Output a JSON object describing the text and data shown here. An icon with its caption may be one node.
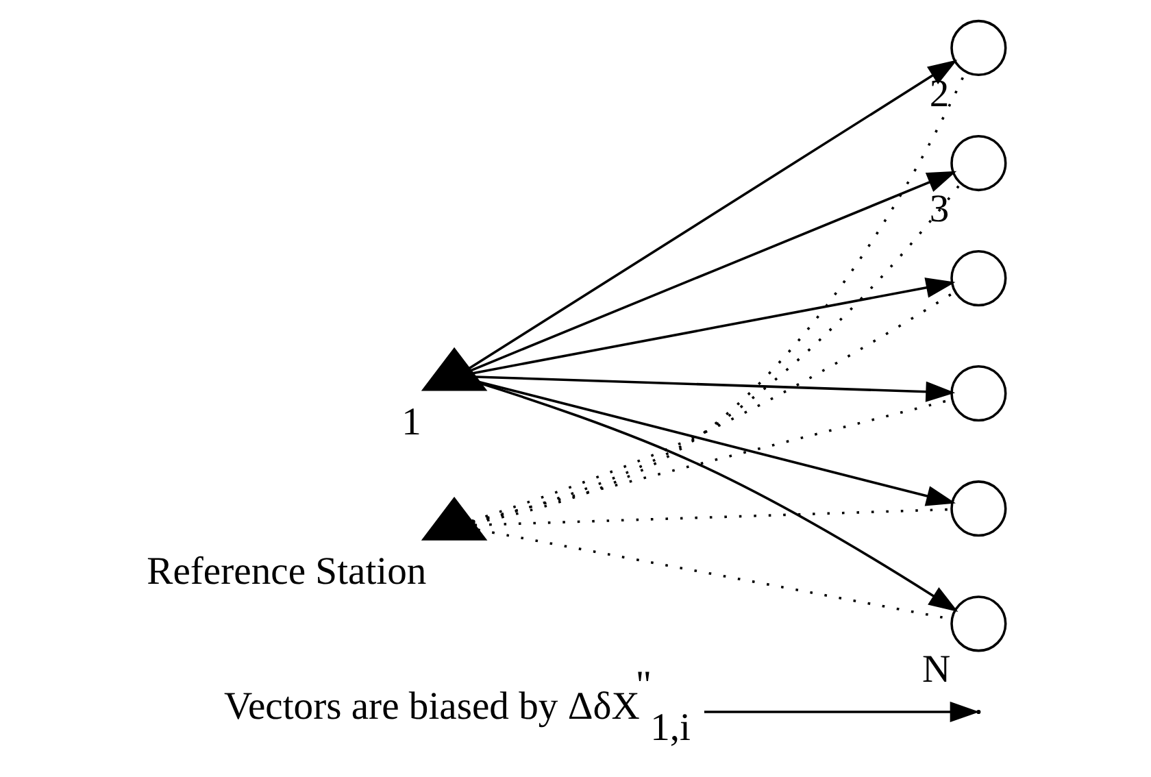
{
  "diagram": {
    "nodes": [
      {
        "text": [
          "Vectors are biased by ΔδX$^{\"}$$_{1,i}$"
        ]
      },
      {
        "text": [
          "2"
        ]
      },
      {
        "text": [
          "3"
        ]
      },
      {
        "text": [
          "1"
        ]
      },
      {
        "text": [],
        "shape": "circle"
      },
      {
        "text": [],
        "shape": "circle"
      },
      {
        "text": [],
        "shape": "circle"
      },
      {
        "text": [
          "N"
        ]
      },
      {
        "text": [
          "Reference Station"
        ]
      }
    ],
    "edges": [
      {
        "from": 8,
        "to": 1,
        "arrow": "none",
        "style": "dashed"
      },
      {
        "from": 8,
        "to": 2,
        "arrow": "none",
        "style": "dashed"
      },
      {
        "from": 8,
        "to": 4,
        "arrow": "none",
        "style": "dashed"
      },
      {
        "from": 8,
        "to": 5,
        "arrow": "none",
        "style": "dashed"
      },
      {
        "from": 8,
        "to": 6,
        "arrow": "none",
        "style": "dashed"
      },
      {
        "from": 8,
        "to": 7,
        "arrow": "none",
        "style": "dashed"
      },
      {
        "from": 3,
        "to": 1,
        "arrow": "to"
      },
      {
        "from": 3,
        "to": 2,
        "arrow": "to"
      },
      {
        "from": 3,
        "to": 4,
        "arrow": "to"
      },
      {
        "from": 3,
        "to": 5,
        "arrow": "to"
      },
      {
        "from": 3,
        "to": 6,
        "arrow": "to"
      },
      {
        "from": 3,
        "to": 7,
        "arrow": "to"
      },
      {
        "from": 0,
        "to": null,
        "arrow": "to"
      }
    ]
  }
}
